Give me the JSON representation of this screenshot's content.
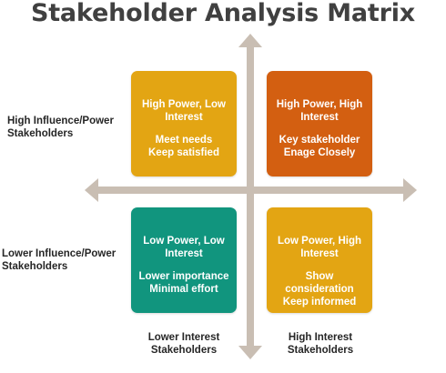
{
  "title": "Stakeholder Analysis Matrix",
  "colors": {
    "axis": "#c9beb3",
    "amber": "#e3a513",
    "orange": "#d35f11",
    "teal": "#11957e"
  },
  "quadrants": {
    "top_left": {
      "heading": "High Power, Low Interest",
      "line1": "Meet needs",
      "line2": "Keep satisfied"
    },
    "top_right": {
      "heading": "High Power, High Interest",
      "line1": "Key stakeholder",
      "line2": "Enage Closely"
    },
    "bottom_left": {
      "heading": "Low Power, Low Interest",
      "line1": "Lower importance",
      "line2": "Minimal effort"
    },
    "bottom_right": {
      "heading": "Low Power, High Interest",
      "line1": "Show consideration",
      "line2": "Keep informed"
    }
  },
  "labels": {
    "high_influence": "High Influence/Power Stakeholders",
    "lower_influence": "Lower Influence/Power Stakeholders",
    "lower_interest": "Lower Interest Stakeholders",
    "high_interest": "High Interest Stakeholders"
  }
}
